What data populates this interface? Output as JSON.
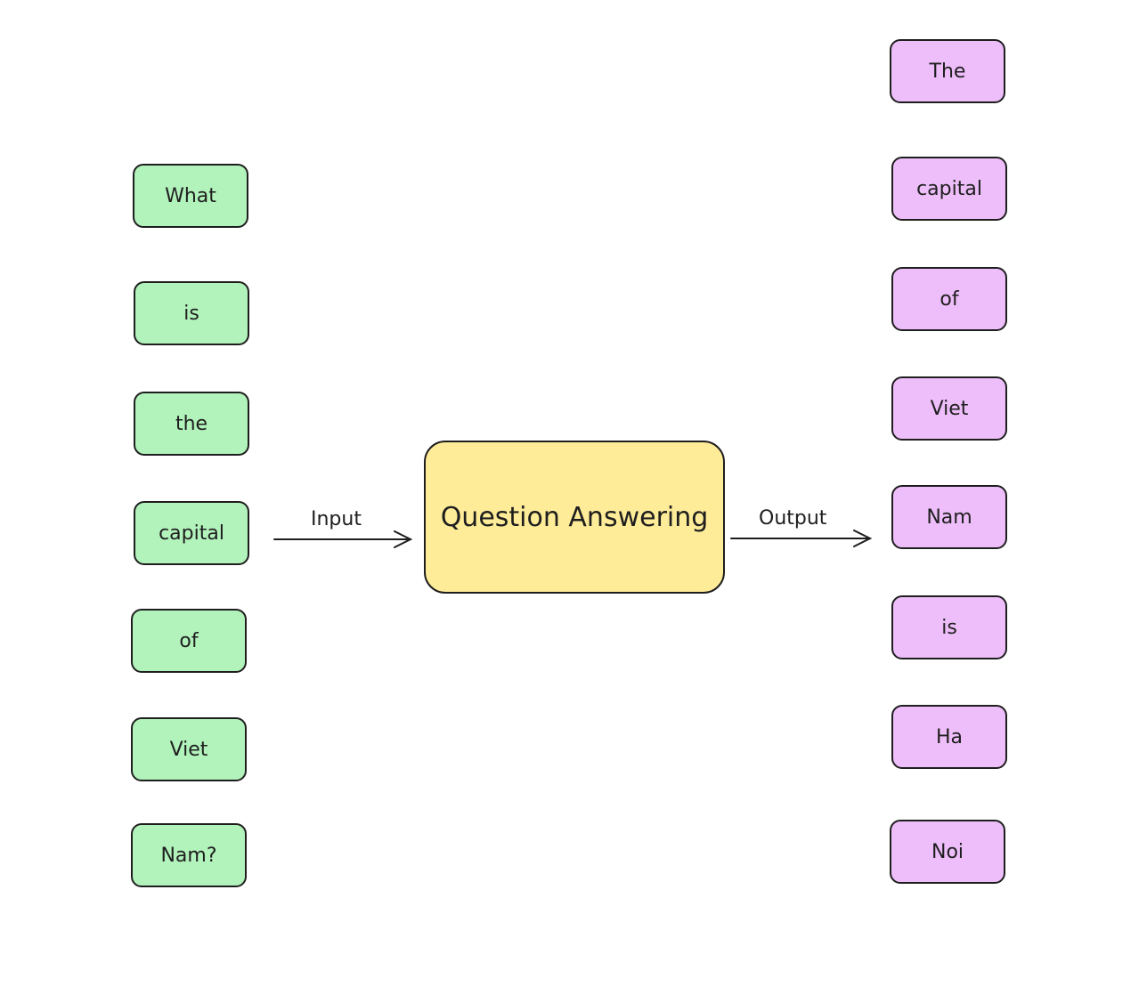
{
  "input_tokens": [
    "What",
    "is",
    "the",
    "capital",
    "of",
    "Viet",
    "Nam?"
  ],
  "output_tokens": [
    "The",
    "capital",
    "of",
    "Viet",
    "Nam",
    "is",
    "Ha",
    "Noi"
  ],
  "model": {
    "label": "Question Answering"
  },
  "edges": {
    "input_label": "Input",
    "output_label": "Output"
  },
  "colors": {
    "input_fill": "#b2f2bb",
    "output_fill": "#eebefa",
    "model_fill": "#ffec99",
    "stroke": "#1e1e1e"
  }
}
